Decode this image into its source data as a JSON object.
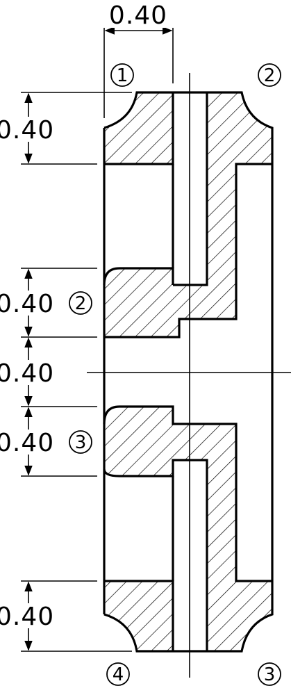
{
  "dimensions": {
    "top_width": "0.40",
    "band_1": "0.40",
    "band_2": "0.40",
    "band_gap": "0.40",
    "band_3": "0.40",
    "band_4": "0.40"
  },
  "callouts": {
    "top_left": "1",
    "top_right": "2",
    "middle_upper": "2",
    "middle_lower": "3",
    "bottom_left": "4",
    "bottom_right": "3"
  }
}
